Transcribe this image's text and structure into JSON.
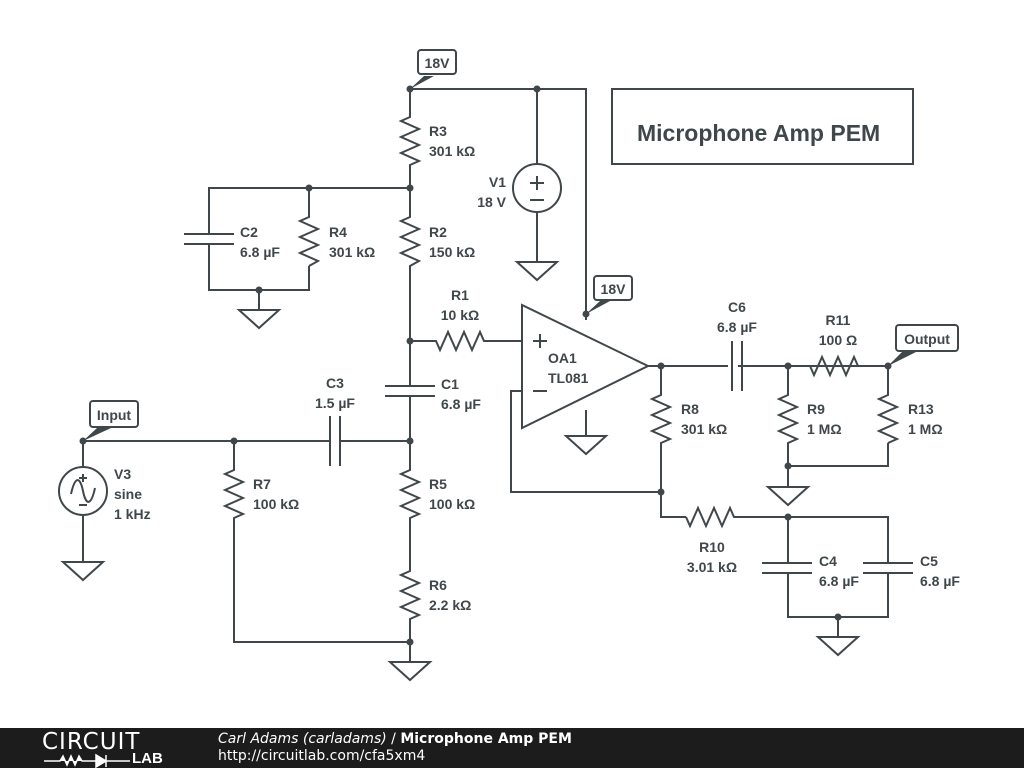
{
  "title": "Microphone Amp PEM",
  "net_labels": {
    "supply_top": "18V",
    "supply_opamp": "18V",
    "input": "Input",
    "output": "Output"
  },
  "components": {
    "R1": {
      "name": "R1",
      "value": "10 kΩ"
    },
    "R2": {
      "name": "R2",
      "value": "150 kΩ"
    },
    "R3": {
      "name": "R3",
      "value": "301 kΩ"
    },
    "R4": {
      "name": "R4",
      "value": "301 kΩ"
    },
    "R5": {
      "name": "R5",
      "value": "100 kΩ"
    },
    "R6": {
      "name": "R6",
      "value": "2.2 kΩ"
    },
    "R7": {
      "name": "R7",
      "value": "100 kΩ"
    },
    "R8": {
      "name": "R8",
      "value": "301 kΩ"
    },
    "R9": {
      "name": "R9",
      "value": "1 MΩ"
    },
    "R10": {
      "name": "R10",
      "value": "3.01 kΩ"
    },
    "R11": {
      "name": "R11",
      "value": "100 Ω"
    },
    "R13": {
      "name": "R13",
      "value": "1 MΩ"
    },
    "C1": {
      "name": "C1",
      "value": "6.8 µF"
    },
    "C2": {
      "name": "C2",
      "value": "6.8 µF"
    },
    "C3": {
      "name": "C3",
      "value": "1.5 µF"
    },
    "C4": {
      "name": "C4",
      "value": "6.8 µF"
    },
    "C5": {
      "name": "C5",
      "value": "6.8 µF"
    },
    "C6": {
      "name": "C6",
      "value": "6.8 µF"
    },
    "V1": {
      "name": "V1",
      "value": "18 V"
    },
    "V3": {
      "name": "V3",
      "type": "sine",
      "value": "1 kHz"
    },
    "OA1": {
      "name": "OA1",
      "value": "TL081"
    }
  },
  "footer": {
    "logo_top": "CIRCUIT",
    "logo_bottom": "LAB",
    "author": "Carl Adams (carladams)",
    "separator": " / ",
    "schematic_title": "Microphone Amp PEM",
    "url": "http://circuitlab.com/cfa5xm4"
  }
}
